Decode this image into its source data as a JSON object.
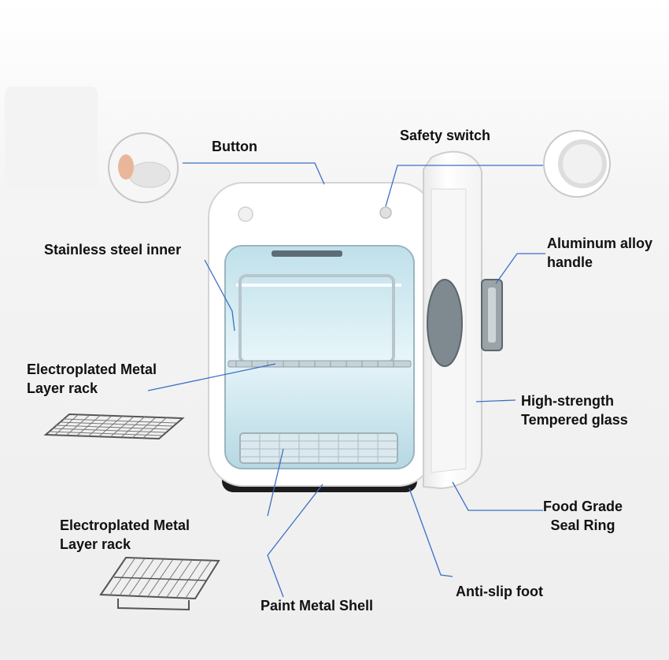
{
  "labels": {
    "button": "Button",
    "safety_switch": "Safety switch",
    "stainless_inner": "Stainless steel inner",
    "aluminum_handle": [
      "Aluminum alloy",
      "handle"
    ],
    "rack_top": [
      "Electroplated Metal",
      "Layer rack"
    ],
    "tempered_glass": [
      "High-strength",
      "Tempered glass"
    ],
    "rack_bottom": [
      "Electroplated Metal",
      "Layer rack"
    ],
    "seal_ring": [
      "Food Grade",
      "Seal Ring"
    ],
    "anti_slip": "Anti-slip foot",
    "paint_shell": "Paint Metal Shell"
  },
  "icons": {
    "button_inset": "touch-button-icon",
    "switch_inset": "safety-switch-icon",
    "rack_flat": "flat-wire-rack-icon",
    "rack_basket": "wire-basket-rack-icon"
  },
  "colors": {
    "leader_line": "#3b6fc7",
    "interior": "#cfe7ef",
    "shell": "#ffffff"
  }
}
